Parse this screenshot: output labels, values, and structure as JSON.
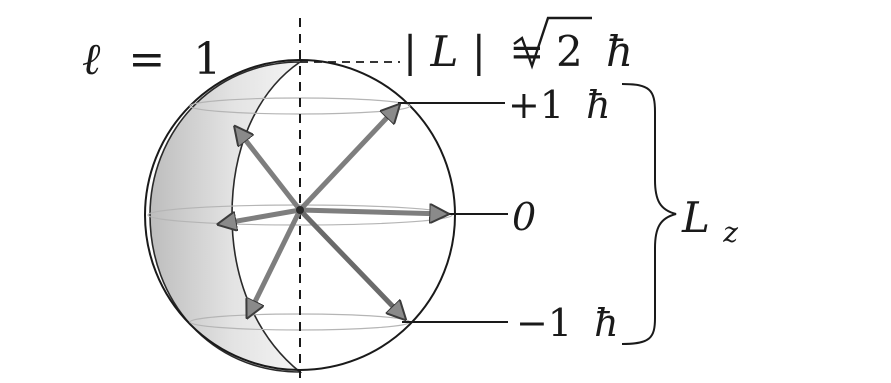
{
  "diagram": {
    "quantum_number": {
      "symbol": "ℓ",
      "equals": "=",
      "value": "1"
    },
    "magnitude": {
      "abs_open": "|",
      "symbol": "L",
      "abs_close": "|",
      "equals": "=",
      "sqrt_arg": "2",
      "hbar": "ħ"
    },
    "levels": [
      {
        "coefficient": "+1",
        "hbar": "ħ"
      },
      {
        "coefficient": "0",
        "hbar": ""
      },
      {
        "coefficient": "−1",
        "hbar": "ħ"
      }
    ],
    "component": {
      "symbol": "L",
      "subscript": "z"
    },
    "colors": {
      "ink": "#1a1a1a",
      "arrow": "#808080",
      "arrow_outline": "#404040",
      "shell": "#cfcfcf",
      "shell_light": "#ececec",
      "thin_line": "#b0b0b0"
    }
  }
}
